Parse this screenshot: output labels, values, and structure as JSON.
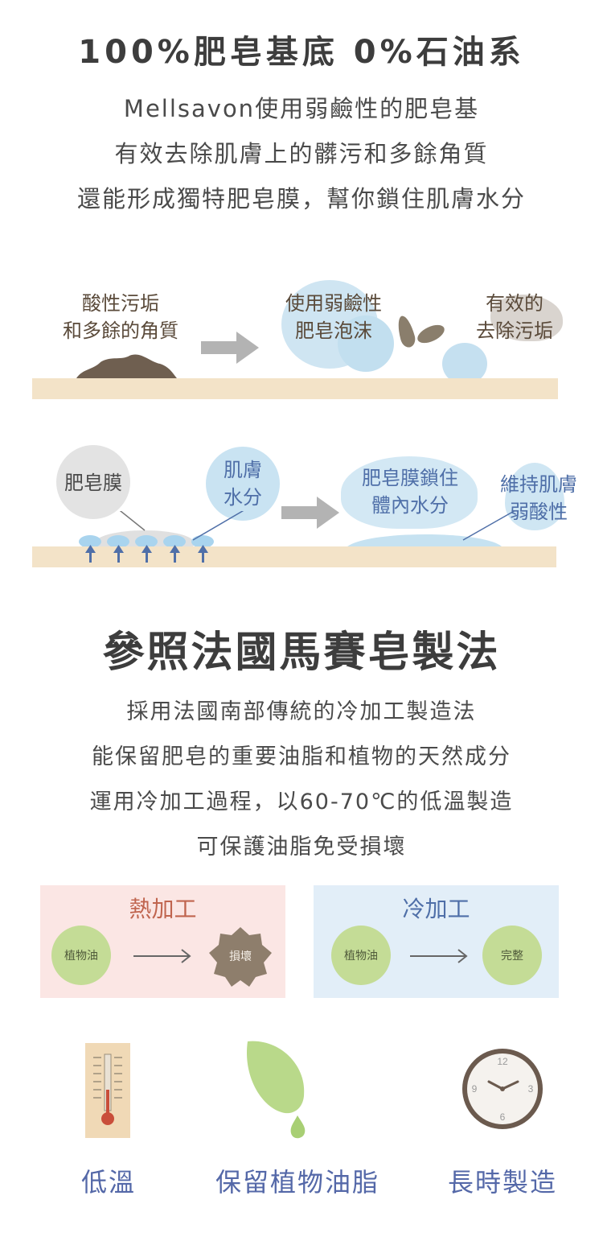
{
  "header": {
    "title": "100%肥皂基底 0%石油系",
    "intro": [
      "Mellsavon使用弱鹼性的肥皂基",
      "有效去除肌膚上的髒污和多餘角質",
      "還能形成獨特肥皂膜，幫你鎖住肌膚水分"
    ]
  },
  "diagram1": {
    "label_left": [
      "酸性污垢",
      "和多餘的角質"
    ],
    "label_mid": [
      "使用弱鹼性",
      "肥皂泡沫"
    ],
    "label_right": [
      "有效的",
      "去除污垢"
    ]
  },
  "diagram2": {
    "soap_film": "肥皂膜",
    "skin_moisture": [
      "肌膚",
      "水分"
    ],
    "lock_label": [
      "肥皂膜鎖住",
      "體內水分"
    ],
    "acid_label": [
      "維持肌膚",
      "弱酸性"
    ]
  },
  "section2": {
    "title": "參照法國馬賽皂製法",
    "body": [
      "採用法國南部傳統的冷加工製造法",
      "能保留肥皂的重要油脂和植物的天然成分",
      "運用冷加工過程，以60-70℃的低溫製造",
      "可保護油脂免受損壞"
    ]
  },
  "hot_panel": {
    "title": "熱加工",
    "start": "植物油",
    "end": "損壞"
  },
  "cold_panel": {
    "title": "冷加工",
    "start": "植物油",
    "end": "完整"
  },
  "features": [
    {
      "icon": "thermometer-icon",
      "label": "低溫"
    },
    {
      "icon": "leaf-drop-icon",
      "label": "保留植物油脂"
    },
    {
      "icon": "clock-icon",
      "label": "長時製造"
    }
  ],
  "clock_numbers": [
    "12",
    "3",
    "6",
    "9"
  ],
  "colors": {
    "skin": "#f3e3c8",
    "hot_panel_bg": "#fbe6e4",
    "cold_panel_bg": "#e2eef8",
    "hot_title": "#c0654f",
    "cold_title": "#4f6fa8",
    "bubble_blue": "#bcdcee",
    "green_circle": "#c4dc96",
    "feature_label": "#5468a8"
  }
}
